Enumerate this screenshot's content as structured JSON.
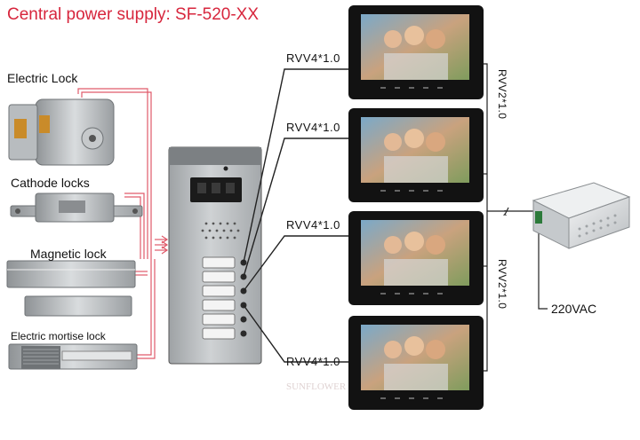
{
  "title": "Central power supply:  SF-520-XX",
  "locks": [
    "Electric Lock",
    "Cathode locks",
    "Magnetic lock",
    "Electric mortise lock"
  ],
  "cables": {
    "monitor_1": "RVV4*1.0",
    "monitor_2": "RVV4*1.0",
    "monitor_3": "RVV4*1.0",
    "monitor_4": "RVV4*1.0",
    "bus_top": "RVV2*1.0",
    "bus_bottom": "RVV2*1.0",
    "power_count": "2"
  },
  "power": {
    "input_label": "220VAC"
  },
  "watermark": "SUNFLOWER",
  "colors": {
    "title": "#d7263d",
    "lock_wire": "#e05a6a",
    "cable": "#222222"
  }
}
